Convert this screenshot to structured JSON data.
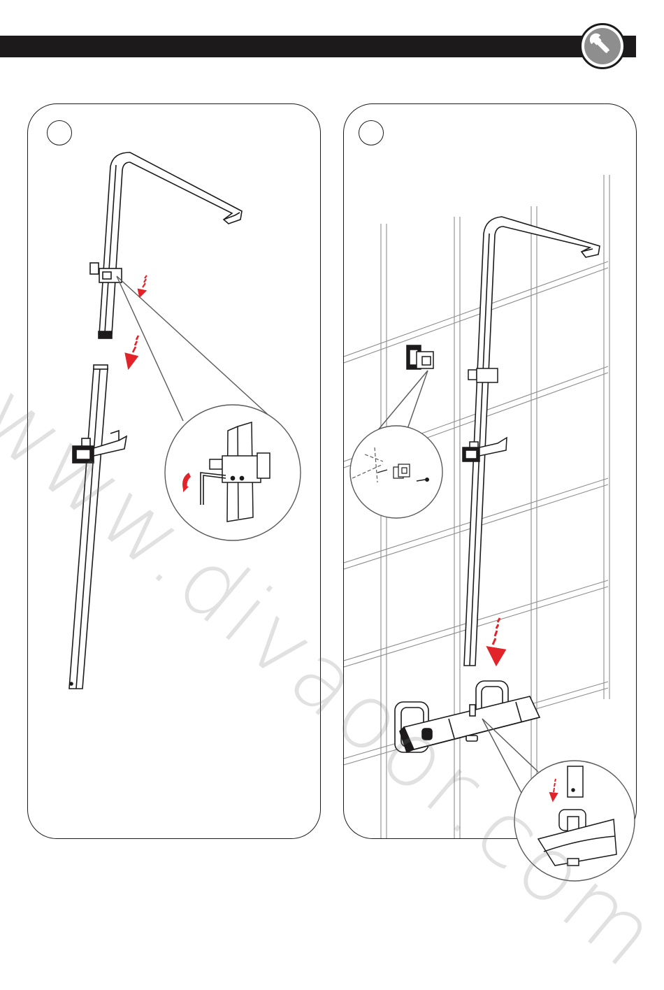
{
  "header": {
    "icon": "wrench-icon",
    "bar_color": "#1c1a1b",
    "badge_color": "#8e8e8e"
  },
  "panels": [
    {
      "id": "step-1",
      "illustration": "shower-rail-assembly",
      "icons": [
        "arrow-down-icon",
        "hex-key-icon",
        "rotate-icon"
      ]
    },
    {
      "id": "step-2",
      "illustration": "shower-column-wall-mounting",
      "icons": [
        "arrow-down-icon",
        "wall-bracket-icon",
        "screw-icon"
      ]
    }
  ],
  "accent_color": "#e2232a",
  "watermark": {
    "text": "www.divaoor.com"
  }
}
